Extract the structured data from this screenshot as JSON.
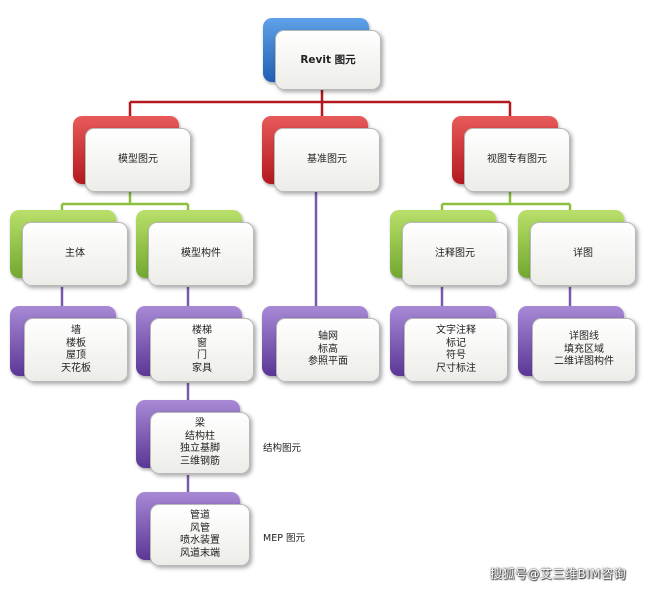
{
  "diagram": {
    "root": "Revit 图元",
    "level1": {
      "model": "模型图元",
      "datum": "基准图元",
      "view": "视图专有图元"
    },
    "level2": {
      "host": "主体",
      "component": "模型构件",
      "annotation": "注释图元",
      "detail": "详图"
    },
    "leaves": {
      "host": [
        "墙",
        "楼板",
        "屋顶",
        "天花板"
      ],
      "component": [
        "楼梯",
        "窗",
        "门",
        "家具"
      ],
      "datum": [
        "轴网",
        "标高",
        "参照平面"
      ],
      "annotation": [
        "文字注释",
        "标记",
        "符号",
        "尺寸标注"
      ],
      "detail": [
        "详图线",
        "填充区域",
        "二维详图构件"
      ],
      "structural": [
        "梁",
        "结构柱",
        "独立基脚",
        "三维钢筋"
      ],
      "mep": [
        "管道",
        "风管",
        "喷水装置",
        "风道末端"
      ]
    },
    "side_labels": {
      "structural": "结构图元",
      "mep": "MEP 图元"
    }
  },
  "watermark": "搜狐号@艾三维BIM咨询",
  "colors": {
    "root": "#1f5fb4",
    "level1": "#b3191e",
    "level2": "#73a830",
    "leaf": "#5a3796"
  }
}
